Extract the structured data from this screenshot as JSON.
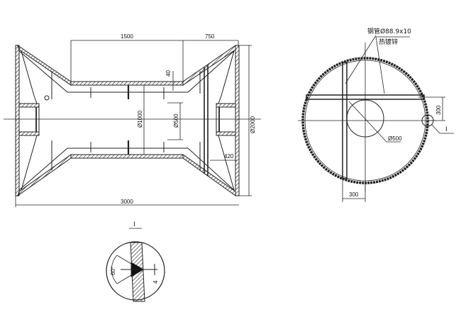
{
  "drawing": {
    "side_view": {
      "dimensions": {
        "top_left": "1500",
        "top_right": "750",
        "wall_thickness": "40",
        "inner_diameter": "Ø1000",
        "small_diameter": "Ø500",
        "outer_diameter": "Ø2000",
        "end_depth": "420",
        "overall_length": "3000"
      }
    },
    "end_view": {
      "pipe_label": "钢管Ø88.9x10",
      "finish_label": "热镀锌",
      "hole_diameter": "Ø500",
      "offset_vertical": "300",
      "offset_horizontal": "300",
      "detail_marker": "I"
    },
    "detail_view": {
      "title": "I",
      "angle": "60°",
      "weld_size": "4"
    }
  }
}
